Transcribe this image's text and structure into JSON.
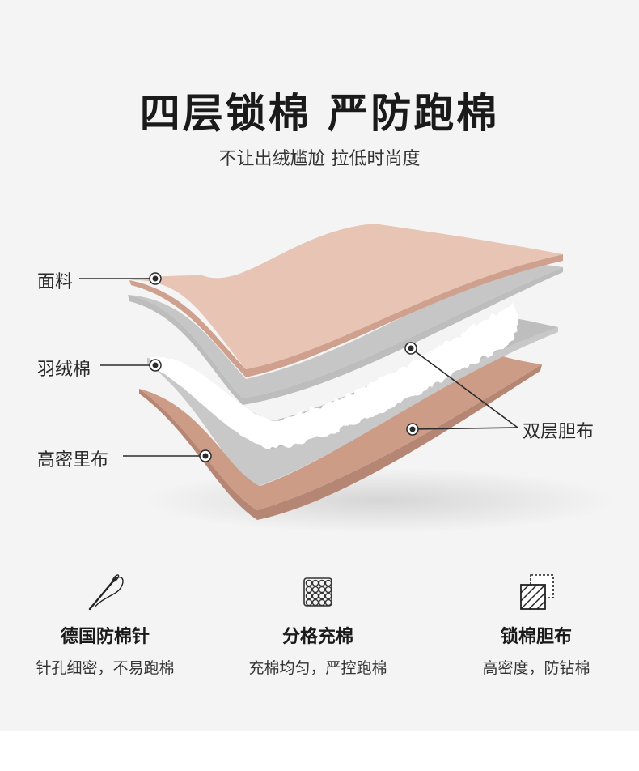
{
  "header": {
    "title": "四层锁棉 严防跑棉",
    "subtitle": "不让出绒尴尬 拉低时尚度"
  },
  "layers": {
    "fabric": "面料",
    "down": "羽绒棉",
    "lining": "高密里布",
    "double_liner": "双层胆布"
  },
  "features": [
    {
      "icon": "needle-icon",
      "title": "德国防棉针",
      "desc": "针孔细密，不易跑棉"
    },
    {
      "icon": "grid-quilt-icon",
      "title": "分格充棉",
      "desc": "充棉均匀，严控跑棉"
    },
    {
      "icon": "fabric-swatch-icon",
      "title": "锁棉胆布",
      "desc": "高密度，防钻棉"
    }
  ],
  "colors": {
    "fabric": "#e8c4b4",
    "lining": "#cc9c86",
    "liner": "#c6c6c6",
    "background": "#f4f4f4"
  }
}
